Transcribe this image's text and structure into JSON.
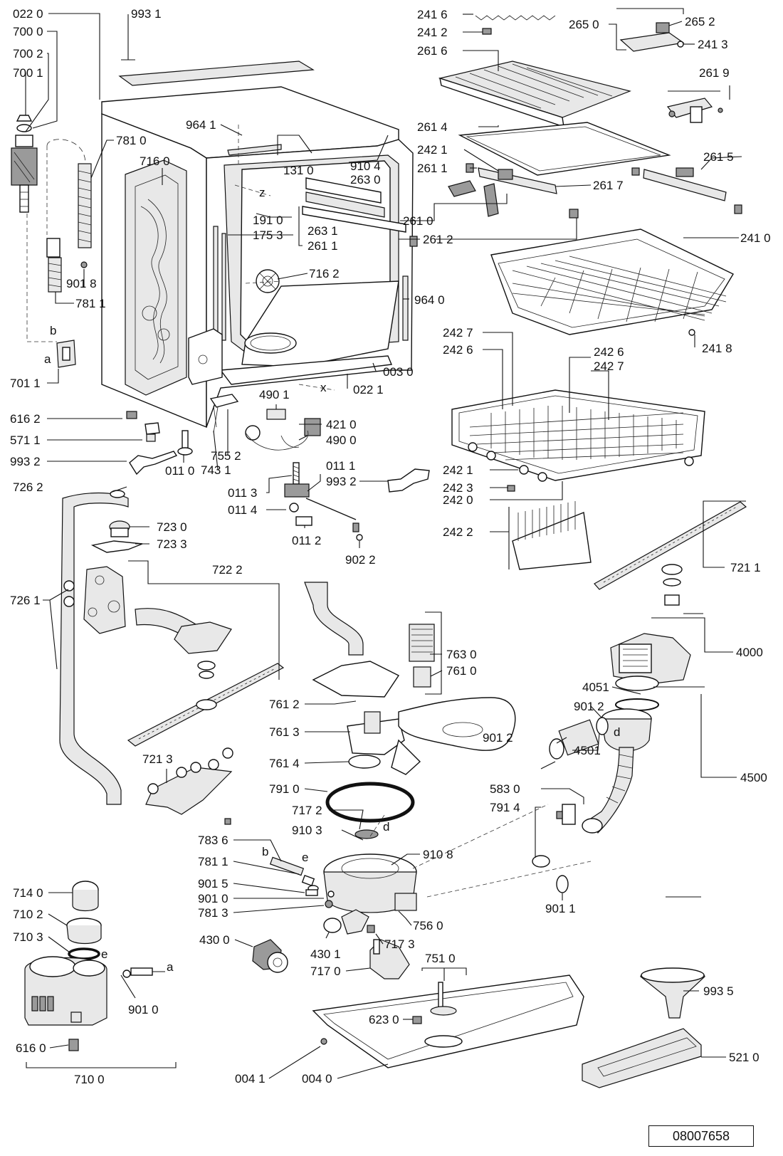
{
  "document_number": "08007658",
  "letters": [
    "a",
    "b",
    "d",
    "e",
    "x",
    "z"
  ],
  "labels": [
    "022 0",
    "700 0",
    "700 2",
    "700 1",
    "993 1",
    "781 0",
    "964 1",
    "716 0",
    "131 0",
    "910 4",
    "263 0",
    "191 0",
    "175 3",
    "263 1",
    "261 1",
    "716 2",
    "901 8",
    "781 1",
    "701 1",
    "616 2",
    "571 1",
    "993 2",
    "011 0",
    "726 2",
    "755 2",
    "743 1",
    "490 1",
    "421 0",
    "490 0",
    "011 3",
    "011 4",
    "011 1",
    "011 2",
    "902 2",
    "964 0",
    "003 0",
    "022 1",
    "723 0",
    "723 3",
    "722 2",
    "726 1",
    "721 3",
    "761 2",
    "761 3",
    "761 4",
    "763 0",
    "761 0",
    "791 0",
    "717 2",
    "910 3",
    "910 8",
    "783 6",
    "781 3",
    "901 5",
    "901 0",
    "714 0",
    "710 2",
    "710 3",
    "430 0",
    "430 1",
    "717 3",
    "717 0",
    "751 0",
    "756 0",
    "623 0",
    "616 0",
    "710 0",
    "004 1",
    "004 0",
    "241 6",
    "241 2",
    "261 6",
    "265 0",
    "265 2",
    "241 3",
    "261 9",
    "261 4",
    "242 1",
    "261 7",
    "261 5",
    "261 0",
    "261 2",
    "241 0",
    "241 8",
    "242 7",
    "242 6",
    "242 3",
    "242 0",
    "242 2",
    "721 1",
    "4000",
    "4051",
    "901 2",
    "4501",
    "4500",
    "583 0",
    "791 4",
    "901 1",
    "993 5",
    "521 0"
  ]
}
